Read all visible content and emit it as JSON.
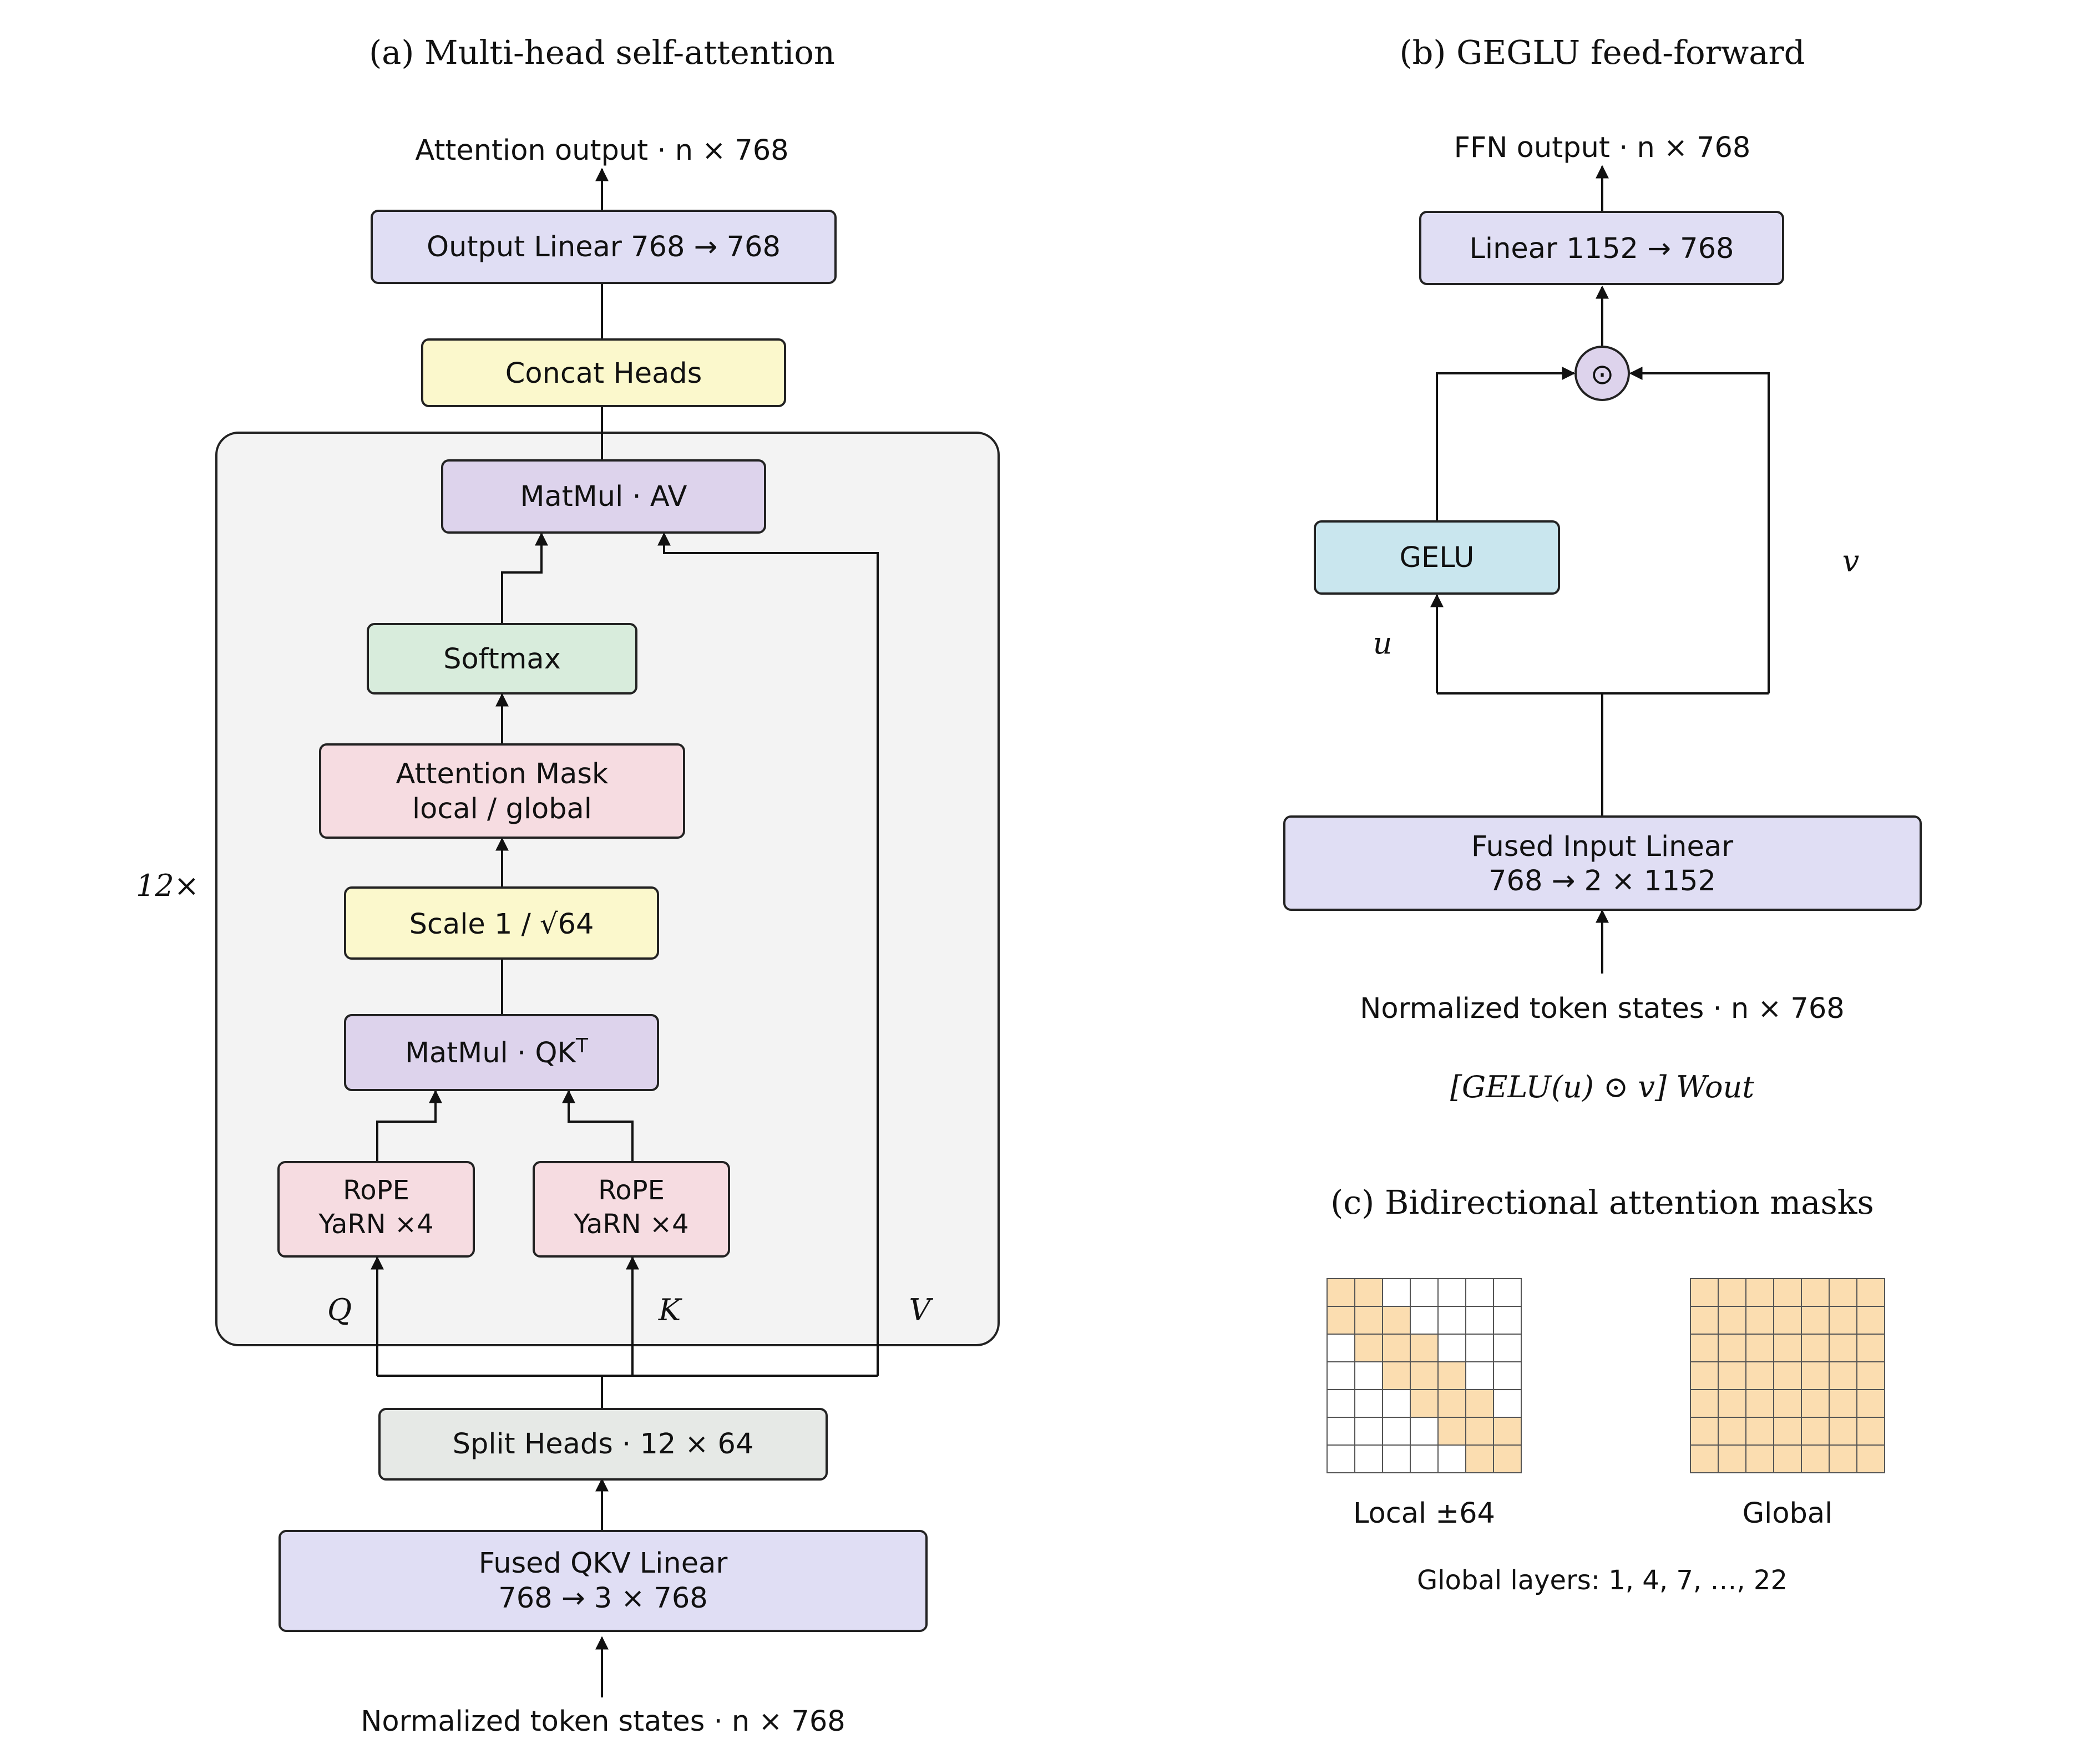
{
  "panel_a": {
    "title": "(a) Multi-head self-attention",
    "output_label": "Attention output · n × 768",
    "input_label": "Normalized token states · n × 768",
    "repeat_label": "12×",
    "blocks": {
      "output_linear": "Output Linear 768 → 768",
      "concat_heads": "Concat Heads",
      "matmul_av": "MatMul · AV",
      "softmax": "Softmax",
      "attention_mask_line1": "Attention Mask",
      "attention_mask_line2": "local / global",
      "scale": "Scale 1 / √64",
      "matmul_qk": "MatMul · QK",
      "matmul_qk_sup": "T",
      "rope_q_line1": "RoPE",
      "rope_q_line2": "YaRN ×4",
      "rope_k_line1": "RoPE",
      "rope_k_line2": "YaRN ×4",
      "split_heads": "Split Heads · 12 × 64",
      "fused_qkv_line1": "Fused QKV Linear",
      "fused_qkv_line2": "768 → 3 × 768"
    },
    "branch_labels": {
      "q": "Q",
      "k": "K",
      "v": "V"
    }
  },
  "panel_b": {
    "title": "(b) GEGLU feed-forward",
    "output_label": "FFN output · n × 768",
    "input_label": "Normalized token states · n × 768",
    "blocks": {
      "linear_out": "Linear 1152 → 768",
      "hadamard": "⊙",
      "gelu": "GELU",
      "fused_input_line1": "Fused Input Linear",
      "fused_input_line2": "768 → 2 × 1152"
    },
    "branch_labels": {
      "u": "u",
      "v": "v"
    },
    "formula": "[GELU(u) ⊙ v] Wout"
  },
  "panel_c": {
    "title": "(c) Bidirectional attention masks",
    "local_label": "Local ±64",
    "global_label": "Global",
    "note": "Global layers: 1, 4, 7, …, 22",
    "grid_size": 7,
    "local_band": 1
  },
  "colors": {
    "purple": "#e0def4",
    "purple_dark": "#ddd3ec",
    "yellow": "#fbf8cc",
    "green": "#d8ecdc",
    "pink": "#f6dce1",
    "gray_box": "#e6e9e6",
    "blue": "#c9e6ee",
    "container": "#f3f3f3",
    "mask_fill": "#fbddb0"
  }
}
